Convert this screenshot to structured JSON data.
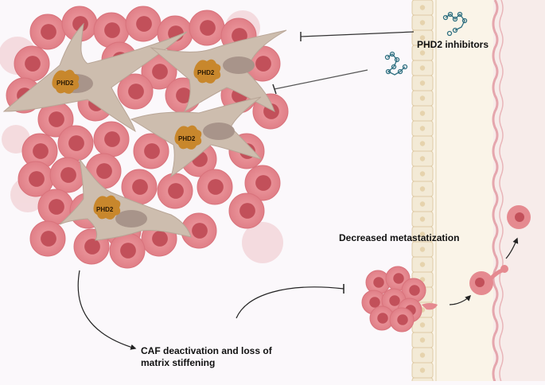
{
  "labels": {
    "inhibitors": "PHD2 inhibitors",
    "metastasis": "Decreased metastatization",
    "caf_line1": "CAF deactivation and loss of",
    "caf_line2": "matrix stiffening",
    "phd2": "PHD2"
  },
  "colors": {
    "background": "#fbf8fb",
    "tumor_cell": "#e58a90",
    "tumor_nucleus": "#c2505a",
    "caf_body": "#cdbdae",
    "caf_nucleus": "#a8948a",
    "phd2": "#c8872c",
    "epithelium": "#f3ead6",
    "vessel": "#f6e8e6",
    "molecule": "#2e6f80"
  }
}
